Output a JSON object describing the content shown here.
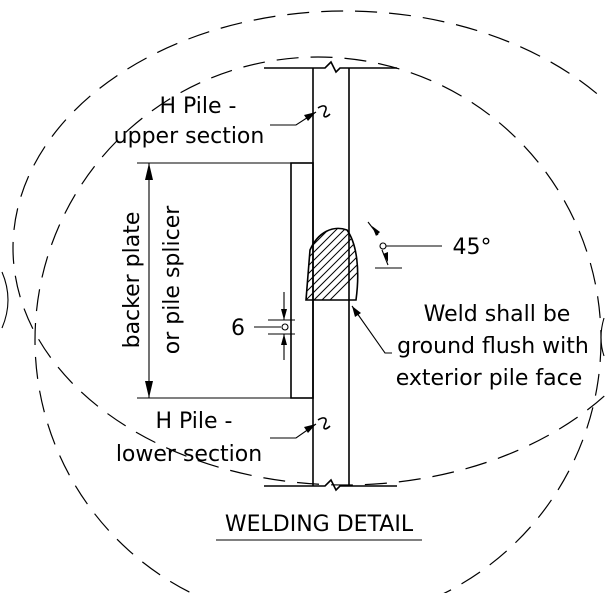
{
  "labels": {
    "upper_line1": "H Pile -",
    "upper_line2": "upper section",
    "lower_line1": "H Pile -",
    "lower_line2": "lower section",
    "backer_line1": "backer plate",
    "backer_line2": "or pile splicer",
    "gap_dim": "6",
    "angle": "45°",
    "weld_line1": "Weld shall be",
    "weld_line2": "ground flush with",
    "weld_line3": "exterior pile face",
    "title": "WELDING DETAIL"
  },
  "colors": {
    "line": "#000000",
    "background": "#ffffff"
  }
}
